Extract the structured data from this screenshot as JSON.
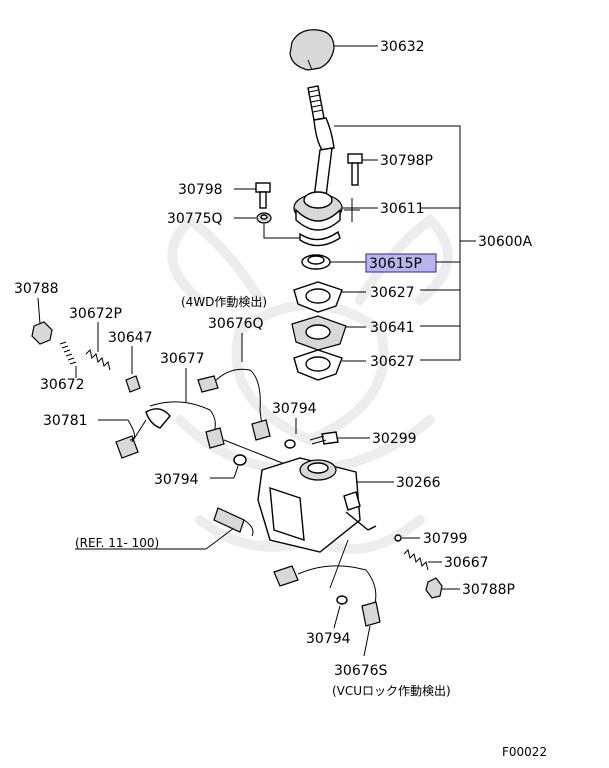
{
  "colors": {
    "highlight_fill": "#b9b4ea",
    "highlight_stroke": "#4a44b0",
    "line": "#000000",
    "watermark": "#ededed"
  },
  "labels": {
    "p30632": "30632",
    "p30798P": "30798P",
    "p30798": "30798",
    "p30611": "30611",
    "p30775Q": "30775Q",
    "p30600A": "30600A",
    "p30615P": "30615P",
    "p30788": "30788",
    "p30627a": "30627",
    "p30672P": "30672P",
    "p30676Q": "30676Q",
    "p30647": "30647",
    "p30641": "30641",
    "p30677": "30677",
    "p30672": "30672",
    "p30627b": "30627",
    "p30781": "30781",
    "p30794a": "30794",
    "p30299": "30299",
    "p30794b": "30794",
    "p30266": "30266",
    "p30799": "30799",
    "p30667": "30667",
    "p30788P": "30788P",
    "p30794c": "30794",
    "p30676S": "30676S",
    "note_4wd": "(4WD作動検出)",
    "note_ref": "(REF. 11- 100)",
    "note_vcu": "(VCUロック作動検出)",
    "figure_code": "F00022"
  }
}
